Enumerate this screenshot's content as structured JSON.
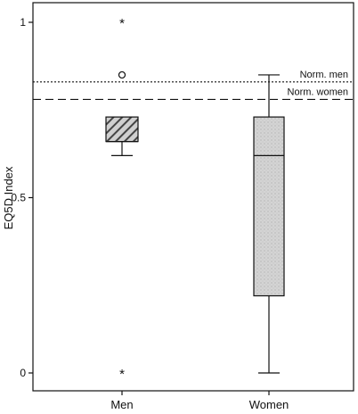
{
  "chart_data": {
    "type": "box",
    "ylabel": "EQ5D Index",
    "ylim": [
      0,
      1
    ],
    "yticks": [
      {
        "value": 1,
        "label": "1"
      },
      {
        "value": 0.5,
        "label": "0.5"
      },
      {
        "value": 0,
        "label": "0"
      }
    ],
    "categories": [
      "Men",
      "Women"
    ],
    "boxes": [
      {
        "category": "Men",
        "fill": "hatched",
        "q1": 0.66,
        "median": 0.66,
        "q3": 0.73,
        "whisker_low": 0.62,
        "whisker_high": 0.73,
        "outliers": [
          {
            "value": 0.85,
            "marker": "o"
          }
        ],
        "extremes": [
          {
            "value": 1.0,
            "marker": "*"
          },
          {
            "value": 0.0,
            "marker": "*"
          }
        ]
      },
      {
        "category": "Women",
        "fill": "stippled-gray",
        "q1": 0.22,
        "median": 0.62,
        "q3": 0.73,
        "whisker_low": 0.0,
        "whisker_high": 0.85,
        "outliers": [],
        "extremes": []
      }
    ],
    "reference_lines": [
      {
        "label": "Norm. men",
        "value": 0.83,
        "style": "dotted"
      },
      {
        "label": "Norm. women",
        "value": 0.78,
        "style": "dashed"
      }
    ],
    "colors": {
      "box_men": "#6e6e6e",
      "box_women": "#cfcfcf",
      "line": "#111111"
    }
  }
}
